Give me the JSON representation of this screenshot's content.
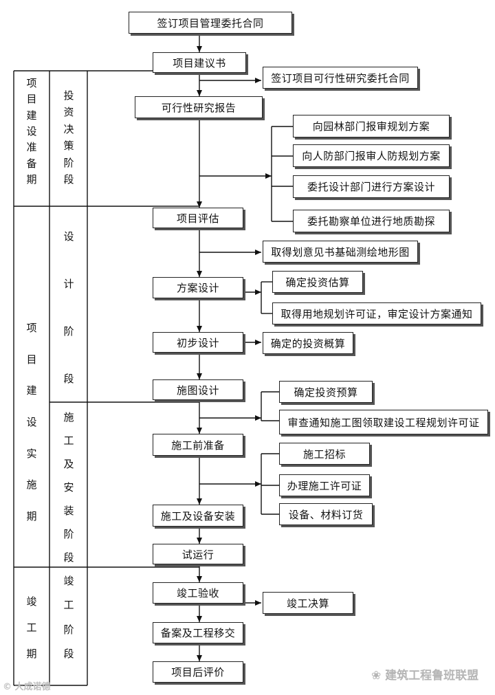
{
  "diagram": {
    "main_flow": [
      "签订项目管理委托合同",
      "项目建议书",
      "可行性研究报告",
      "项目评估",
      "方案设计",
      "初步设计",
      "施图设计",
      "施工前准备",
      "施工及设备安装",
      "试运行",
      "竣工验收",
      "备案及工程移交",
      "项目后评价"
    ],
    "side_boxes": [
      "签订项目可行性研究委托合同",
      "向园林部门报审规划方案",
      "向人防部门报审人防规划方案",
      "委托设计部门进行方案设计",
      "委托勘察单位进行地质勘探",
      "取得划意见书基础测绘地形图",
      "确定投资估算",
      "取得用地规划许可证，审定设计方案通知",
      "确定的投资概算",
      "确定投资预算",
      "审查通知施工图领取建设工程规划许可证",
      "施工招标",
      "办理施工许可证",
      "设备、材料订货",
      "竣工决算"
    ],
    "periods": [
      "项目建设准备期",
      "项目建设实施期",
      "竣工期"
    ],
    "stages": [
      "投资决策阶段",
      "设计阶段",
      "施工及安装阶段",
      "竣工阶段"
    ]
  },
  "watermarks": {
    "right": "建筑工程鲁班联盟",
    "left": "大成诺德"
  }
}
